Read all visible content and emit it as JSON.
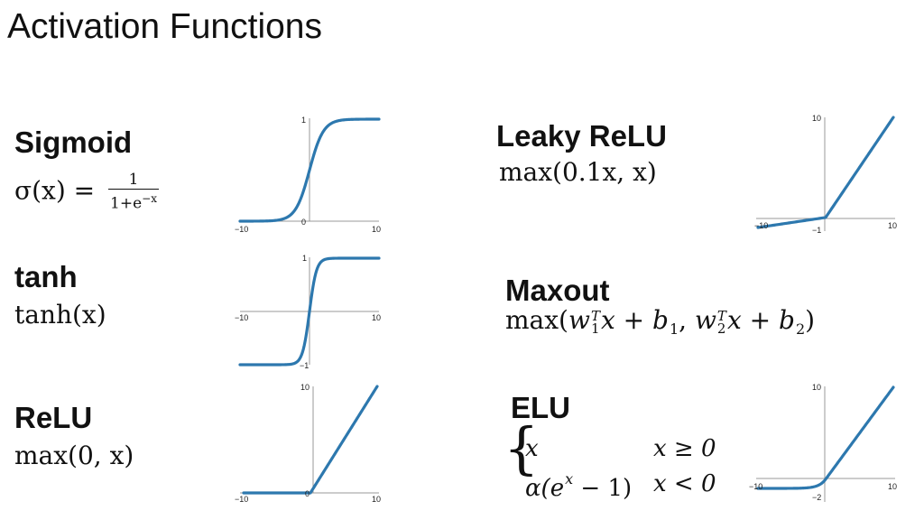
{
  "title": "Activation Functions",
  "functions": {
    "sigmoid": {
      "name": "Sigmoid",
      "formula_lhs": "σ(x) =",
      "formula_num": "1",
      "formula_den_base": "1+e",
      "formula_den_exp": "−x"
    },
    "tanh": {
      "name": "tanh",
      "formula": "tanh(x)"
    },
    "relu": {
      "name": "ReLU",
      "formula": "max(0, x)"
    },
    "leaky_relu": {
      "name": "Leaky ReLU",
      "formula": "max(0.1x, x)"
    },
    "maxout": {
      "name": "Maxout"
    },
    "elu": {
      "name": "ELU",
      "case1_expr": "x",
      "case1_cond": "x ≥ 0",
      "case2_expr": "α(e",
      "case2_exp": "x",
      "case2_tail": " − 1)",
      "case2_cond": "x < 0"
    }
  },
  "colors": {
    "curve": "#2d78ae",
    "axis": "#999999"
  },
  "plots": {
    "sigmoid": {
      "ticks": {
        "xmin": "−10",
        "xmax": "10",
        "ytop": "1",
        "y0": "0"
      }
    },
    "tanh": {
      "ticks": {
        "xmin": "−10",
        "xmax": "10",
        "ytop": "1",
        "ybot": "−1"
      }
    },
    "relu": {
      "ticks": {
        "xmin": "−10",
        "xmax": "10",
        "ytop": "10",
        "y0": "0"
      }
    },
    "leaky_relu": {
      "ticks": {
        "xmin": "−10",
        "xmax": "10",
        "ytop": "10",
        "ymid": "−1"
      }
    },
    "elu": {
      "ticks": {
        "xmin": "−10",
        "xmax": "10",
        "ytop": "10",
        "ymid": "−2"
      }
    }
  }
}
